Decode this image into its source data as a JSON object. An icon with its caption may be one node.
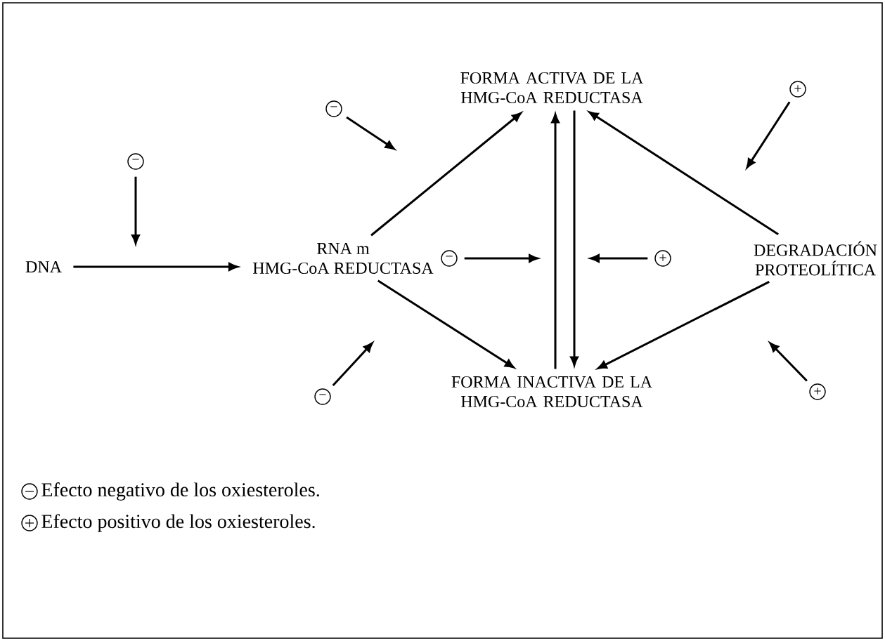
{
  "diagram": {
    "nodes": [
      {
        "text": [
          "DNA"
        ]
      },
      {
        "text": [
          "RNA m",
          "HMG-CoA REDUCTASA"
        ]
      },
      {
        "text": [
          "FORMA ACTIVA DE LA HMG-CoA REDUCTASA"
        ]
      },
      {
        "text": [
          "FORMA INACTIVA DE LA HMG-CoA REDUCTASA"
        ]
      },
      {
        "text": [
          "DEGRADACIÓN PROTEOLÍTICA"
        ]
      },
      {
        "text": [
          "−"
        ]
      },
      {
        "text": [
          "−"
        ]
      },
      {
        "text": [
          "+"
        ]
      },
      {
        "text": [
          "−"
        ]
      },
      {
        "text": [
          "+"
        ]
      },
      {
        "text": [
          "−"
        ]
      },
      {
        "text": [
          "+"
        ]
      }
    ],
    "edges": [
      {
        "from": 0,
        "to": 1,
        "arrow": "to"
      },
      {
        "from": 1,
        "to": 2,
        "arrow": "to"
      },
      {
        "from": 1,
        "to": 3,
        "arrow": "to"
      },
      {
        "from": 3,
        "to": 2,
        "arrow": "to"
      },
      {
        "from": 2,
        "to": 3,
        "arrow": "to"
      },
      {
        "from": 4,
        "to": 2,
        "arrow": "to"
      },
      {
        "from": 4,
        "to": 3,
        "arrow": "to"
      },
      {
        "from": 5,
        "to": null,
        "arrow": "to"
      },
      {
        "from": 6,
        "to": null,
        "arrow": "to"
      },
      {
        "from": 7,
        "to": null,
        "arrow": "to"
      },
      {
        "from": 8,
        "to": null,
        "arrow": "to"
      },
      {
        "from": 9,
        "to": null,
        "arrow": "to"
      },
      {
        "from": 10,
        "to": null,
        "arrow": "to"
      },
      {
        "from": 11,
        "to": null,
        "arrow": "to"
      }
    ],
    "legend": [
      {
        "text": "Efecto negativo de los oxiesteroles."
      },
      {
        "text": "Efecto positivo de los oxiesteroles."
      }
    ]
  }
}
